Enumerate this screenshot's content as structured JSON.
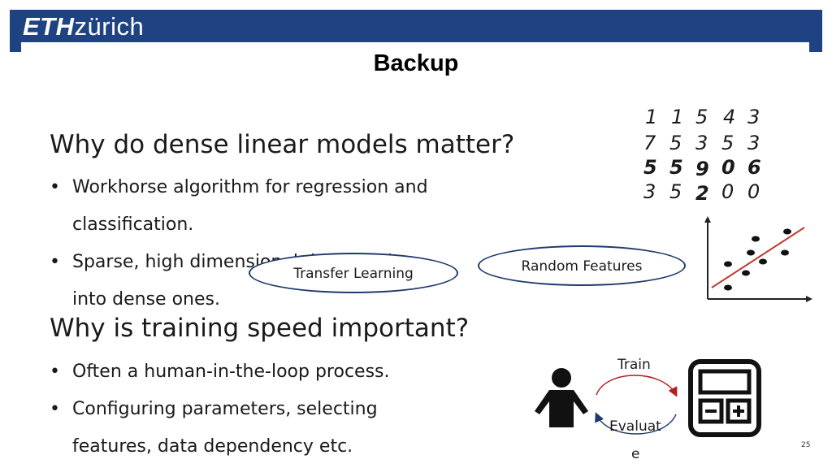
{
  "header": {
    "logo_bold": "ETH",
    "logo_rest": "zürich"
  },
  "slide": {
    "title": "Backup",
    "heading1": "Why do dense linear models matter?",
    "bullets1": [
      {
        "line1": "Workhorse algorithm for regression and",
        "line2": "classification."
      },
      {
        "line1": "Sparse, high dimensional data can be",
        "line2": "into dense ones."
      }
    ],
    "heading2": "Why is training speed important?",
    "bullets2": [
      {
        "line1": "Often a human-in-the-loop process."
      },
      {
        "line1": "Configuring parameters, selecting",
        "line2": "features, data dependency etc."
      }
    ],
    "bullet_char": "•",
    "ellipses": {
      "transfer": "Transfer Learning",
      "random": "Random Features"
    },
    "digits": [
      [
        "1",
        "1",
        "5",
        "4",
        "3"
      ],
      [
        "7",
        "5",
        "3",
        "5",
        "3"
      ],
      [
        "5",
        "5",
        "9",
        "0",
        "6"
      ],
      [
        "3",
        "5",
        "2",
        "0",
        "0"
      ]
    ],
    "loop": {
      "train": "Train",
      "evaluate_line1": "Evaluat",
      "evaluate_line2": "e"
    },
    "page_number": "25"
  },
  "colors": {
    "header": "#1f4282",
    "ellipse_border": "#1f3a6e",
    "arrow_red": "#b01e1e",
    "arrow_blue": "#1f3a6e"
  }
}
